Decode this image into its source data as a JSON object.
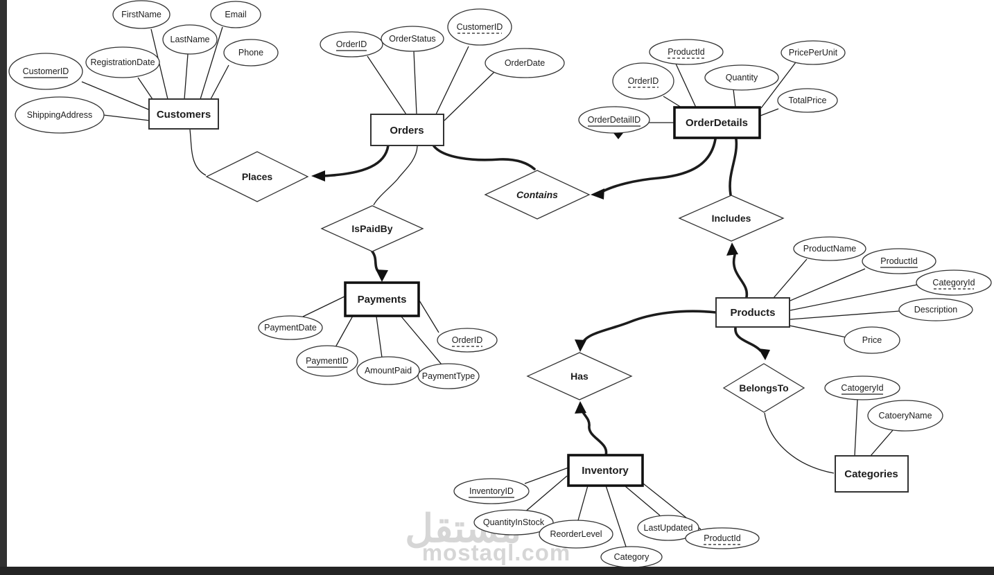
{
  "page": {
    "background": "#ffffff",
    "left_bar_color": "#313131",
    "bottom_bar_color": "#252525"
  },
  "watermark": {
    "logo_text": "مستقل",
    "site_text": "mostaql.com",
    "color": "#d6d6d6"
  },
  "diagram": {
    "line_color": "#1c1c1c",
    "entities": {
      "customers": {
        "name": "Customers"
      },
      "orders": {
        "name": "Orders"
      },
      "order_details": {
        "name": "OrderDetails"
      },
      "payments": {
        "name": "Payments"
      },
      "products": {
        "name": "Products"
      },
      "inventory": {
        "name": "Inventory"
      },
      "categories": {
        "name": "Categories"
      }
    },
    "relationships": {
      "places": {
        "name": "Places"
      },
      "is_paid_by": {
        "name": "IsPaidBy"
      },
      "contains": {
        "name": "Contains"
      },
      "includes": {
        "name": "Includes"
      },
      "has": {
        "name": "Has"
      },
      "belongs_to": {
        "name": "BelongsTo"
      }
    },
    "attributes": {
      "customers": [
        {
          "label": "CustomerID",
          "key": "primary"
        },
        {
          "label": "ShippingAddress",
          "key": "none"
        },
        {
          "label": "RegistrationDate",
          "key": "none"
        },
        {
          "label": "FirstName",
          "key": "none"
        },
        {
          "label": "LastName",
          "key": "none"
        },
        {
          "label": "Email",
          "key": "none"
        },
        {
          "label": "Phone",
          "key": "none"
        }
      ],
      "orders": [
        {
          "label": "OrderID",
          "key": "primary"
        },
        {
          "label": "OrderStatus",
          "key": "none"
        },
        {
          "label": "CustomerID",
          "key": "foreign"
        },
        {
          "label": "OrderDate",
          "key": "none"
        }
      ],
      "order_details": [
        {
          "label": "OrderDetailID",
          "key": "primary"
        },
        {
          "label": "OrderID",
          "key": "foreign"
        },
        {
          "label": "ProductId",
          "key": "foreign"
        },
        {
          "label": "Quantity",
          "key": "none"
        },
        {
          "label": "PricePerUnit",
          "key": "none"
        },
        {
          "label": "TotalPrice",
          "key": "none"
        }
      ],
      "payments": [
        {
          "label": "PaymentDate",
          "key": "none"
        },
        {
          "label": "PaymentID",
          "key": "primary"
        },
        {
          "label": "AmountPaid",
          "key": "none"
        },
        {
          "label": "PaymentType",
          "key": "none"
        },
        {
          "label": "OrderID",
          "key": "foreign"
        }
      ],
      "products": [
        {
          "label": "ProductName",
          "key": "none"
        },
        {
          "label": "ProductId",
          "key": "primary"
        },
        {
          "label": "CategoryId",
          "key": "foreign"
        },
        {
          "label": "Description",
          "key": "none"
        },
        {
          "label": "Price",
          "key": "none"
        }
      ],
      "inventory": [
        {
          "label": "InventoryID",
          "key": "primary"
        },
        {
          "label": "QuantityInStock",
          "key": "none"
        },
        {
          "label": "ReorderLevel",
          "key": "none"
        },
        {
          "label": "Category",
          "key": "none"
        },
        {
          "label": "LastUpdated",
          "key": "none"
        },
        {
          "label": "ProductId",
          "key": "foreign"
        }
      ],
      "categories": [
        {
          "label": "CatogeryId",
          "key": "primary"
        },
        {
          "label": "CatoeryName",
          "key": "none"
        }
      ]
    }
  }
}
